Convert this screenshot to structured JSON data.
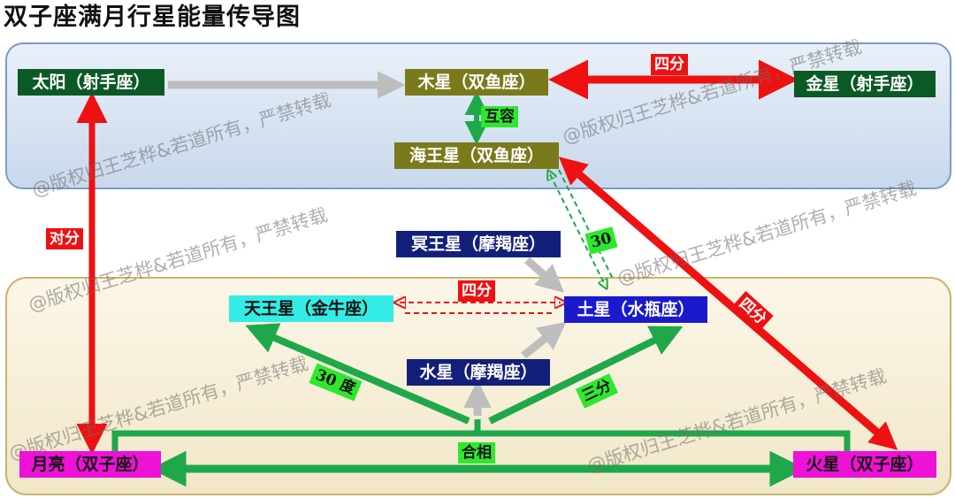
{
  "title": "双子座满月行星能量传导图",
  "nodes": {
    "sun": "太阳（射手座）",
    "jupiter": "木星（双鱼座）",
    "venus": "金星（射手座）",
    "neptune": "海王星（双鱼座）",
    "pluto": "冥王星（摩羯座）",
    "uranus": "天王星（金牛座）",
    "saturn": "土星（水瓶座）",
    "mercury": "水星（摩羯座）",
    "moon": "月亮（双子座）",
    "mars": "火星（双子座）"
  },
  "aspects": {
    "jupiter_venus": "四分",
    "jupiter_neptune": "互容",
    "sun_moon": "对分",
    "neptune_saturn": "30",
    "uranus_saturn": "四分",
    "neptune_mars": "四分",
    "mercury_uranus": "30 度",
    "mercury_saturn": "三分",
    "moon_mars": "合相"
  },
  "watermark": "@版权归王芝桦&若道所有，严禁转载",
  "colors": {
    "red": "#ee1111",
    "green": "#1fa84a",
    "gray": "#bdbdbd",
    "dashed_green": "#1fa84a",
    "dashed_red": "#ee1111"
  }
}
